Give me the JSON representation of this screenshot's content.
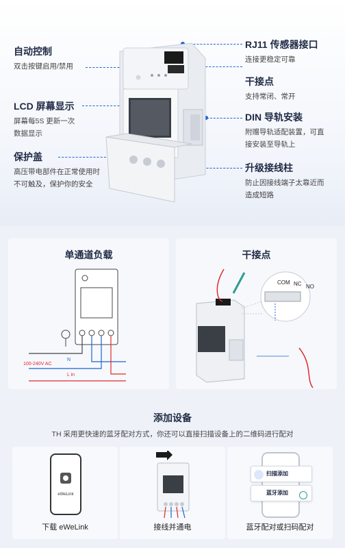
{
  "features_left": [
    {
      "title": "自动控制",
      "desc": [
        "双击按键启用/禁用"
      ]
    },
    {
      "title": "LCD 屏幕显示",
      "desc": [
        "屏幕每5S 更新一次",
        "数据显示"
      ]
    },
    {
      "title": "保护盖",
      "desc": [
        "高压带电部件在正常使用时",
        "不可触及，保护你的安全"
      ]
    }
  ],
  "features_right": [
    {
      "title": "RJ11 传感器接口",
      "desc": [
        "连接更稳定可靠"
      ]
    },
    {
      "title": "干接点",
      "desc": [
        "支持常闭、常开"
      ]
    },
    {
      "title": "DIN  导轨安装",
      "desc": [
        "附赠导轨适配装置，可直",
        "接安装至导轨上"
      ]
    },
    {
      "title": "升级接线柱",
      "desc": [
        "防止因接线端子太靠近而",
        "造成短路"
      ]
    }
  ],
  "wiring": {
    "single_channel": {
      "title": "单通道负载",
      "voltage_label": "100-240V AC",
      "neutral_label": "N",
      "line_label": "L in"
    },
    "dry_contact": {
      "title": "干接点",
      "com_label": "COM",
      "nc_label": "NC",
      "no_label": "NO"
    }
  },
  "pairing": {
    "heading": "添加设备",
    "subtitle": "TH 采用更快速的蓝牙配对方式，你还可以直接扫描设备上的二维码进行配对",
    "steps": [
      {
        "label": "下载 eWeLink",
        "app_name": "eWeLink"
      },
      {
        "label": "接线并通电"
      },
      {
        "label": "蓝牙配对或扫码配对",
        "scan_label": "扫描添加",
        "bt_label": "蓝牙添加"
      }
    ]
  },
  "colors": {
    "accent": "#1e62d0",
    "title": "#1f2a44",
    "wire_red": "#e02a2a",
    "wire_blue": "#1e62d0"
  }
}
